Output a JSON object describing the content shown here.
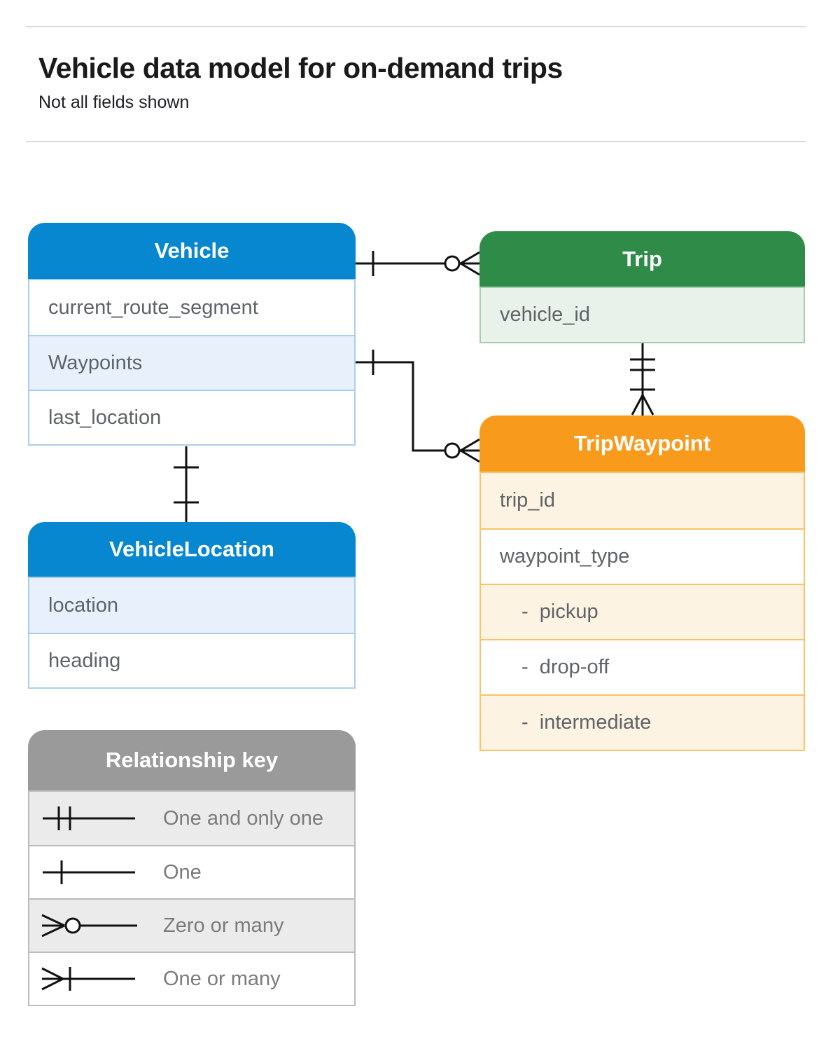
{
  "page": {
    "title": "Vehicle data model for on-demand trips",
    "subtitle": "Not all fields shown"
  },
  "entities": {
    "vehicle": {
      "title": "Vehicle",
      "rows": [
        "current_route_segment",
        "Waypoints",
        "last_location"
      ],
      "header_color": "#0887d1",
      "tint_color": "#e8f1fb",
      "border_color": "#a9cfee"
    },
    "trip": {
      "title": "Trip",
      "rows": [
        "vehicle_id"
      ],
      "header_color": "#2e8b48",
      "tint_color": "#e9f2ea",
      "border_color": "#a3cfad"
    },
    "trip_waypoint": {
      "title": "TripWaypoint",
      "rows": [
        "trip_id",
        "waypoint_type",
        "-  pickup",
        "-  drop-off",
        "-  intermediate"
      ],
      "header_color": "#f89b1c",
      "tint_color": "#fdf3e2",
      "border_color": "#f8c463"
    },
    "vehicle_location": {
      "title": "VehicleLocation",
      "rows": [
        "location",
        "heading"
      ],
      "header_color": "#0887d1",
      "tint_color": "#e8f1fb",
      "border_color": "#a9cfee"
    }
  },
  "legend": {
    "title": "Relationship key",
    "header_color": "#9a9a9a",
    "items": [
      {
        "symbol": "one-and-only-one",
        "label": "One and only one"
      },
      {
        "symbol": "one",
        "label": "One"
      },
      {
        "symbol": "zero-or-many",
        "label": "Zero or many"
      },
      {
        "symbol": "one-or-many",
        "label": "One or many"
      }
    ]
  },
  "relationships": [
    {
      "from": "Vehicle",
      "to": "Trip",
      "from_cardinality": "one",
      "to_cardinality": "zero-or-many"
    },
    {
      "from": "Vehicle.Waypoints",
      "to": "TripWaypoint",
      "from_cardinality": "one",
      "to_cardinality": "zero-or-many"
    },
    {
      "from": "Trip",
      "to": "TripWaypoint",
      "from_cardinality": "one-and-only-one",
      "to_cardinality": "one-or-many"
    },
    {
      "from": "Vehicle",
      "to": "VehicleLocation",
      "from_cardinality": "one",
      "to_cardinality": "one"
    }
  ],
  "colors": {
    "line": "#111111",
    "row_text": "#5f6368",
    "legend_text": "#7b7b7b",
    "divider": "#dadada"
  }
}
